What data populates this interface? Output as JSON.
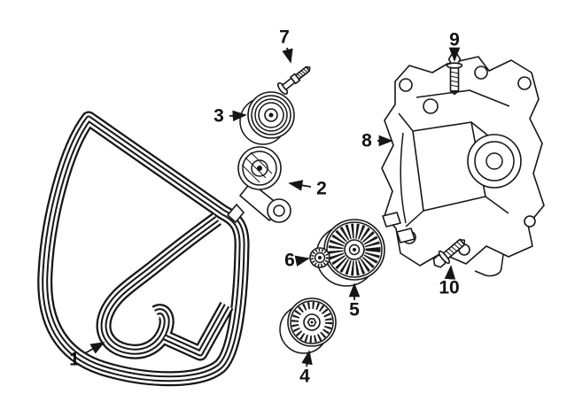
{
  "figure": {
    "background": "#ffffff",
    "line_color": "#161616"
  },
  "callouts": [
    {
      "label": "1",
      "part": "serpentine-belt"
    },
    {
      "label": "2",
      "part": "belt-tensioner"
    },
    {
      "label": "3",
      "part": "idler-pulley"
    },
    {
      "label": "4",
      "part": "grooved-idler-pulley"
    },
    {
      "label": "5",
      "part": "ribbed-idler-pulley"
    },
    {
      "label": "6",
      "part": "pulley-cap"
    },
    {
      "label": "7",
      "part": "tensioner-stud-bolt"
    },
    {
      "label": "8",
      "part": "mounting-bracket"
    },
    {
      "label": "9",
      "part": "bracket-bolt-upper"
    },
    {
      "label": "10",
      "part": "bracket-bolt-lower"
    }
  ]
}
